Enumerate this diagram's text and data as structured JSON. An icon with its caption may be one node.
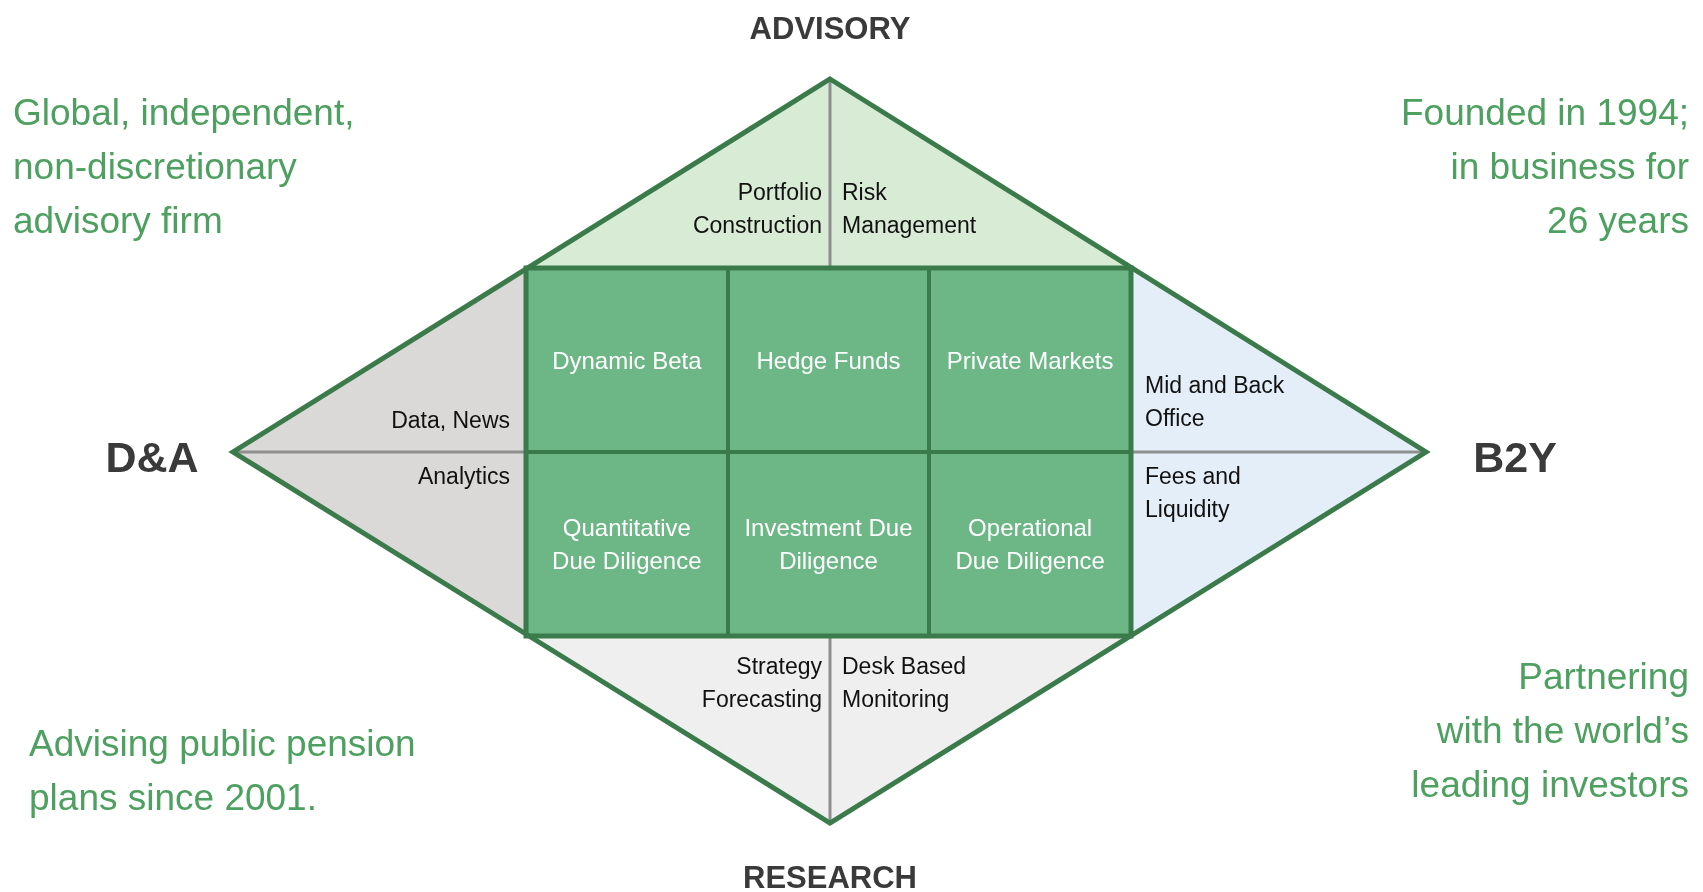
{
  "diagram": {
    "nodes": [
      {
        "text": [
          "Portfolio Construction",
          "Risk Management"
        ]
      },
      {
        "text": [
          "Data, News",
          "Analytics"
        ]
      },
      {
        "text": [
          "Mid and Back Office",
          "Fees and Liquidity"
        ]
      },
      {
        "text": [
          "Strategy Forecasting",
          "Desk Based Monitoring"
        ]
      },
      {
        "text": [
          "Dynamic Beta"
        ]
      },
      {
        "text": [
          "Hedge Funds"
        ]
      },
      {
        "text": [
          "Private Markets"
        ]
      },
      {
        "text": [
          "Quantitative Due Diligence"
        ]
      },
      {
        "text": [
          "Investment Due Diligence"
        ]
      },
      {
        "text": [
          "Operational Due Diligence"
        ]
      }
    ],
    "edges": [],
    "labels": [
      "ADVISORY",
      "Global, independent, non-discretionary advisory firm",
      "Founded in 1994; in business for 26 years",
      "D&A",
      "B2Y",
      "Partnering with the world’s leading investors",
      "Advising public pension plans since 2001.",
      "RESEARCH"
    ]
  }
}
